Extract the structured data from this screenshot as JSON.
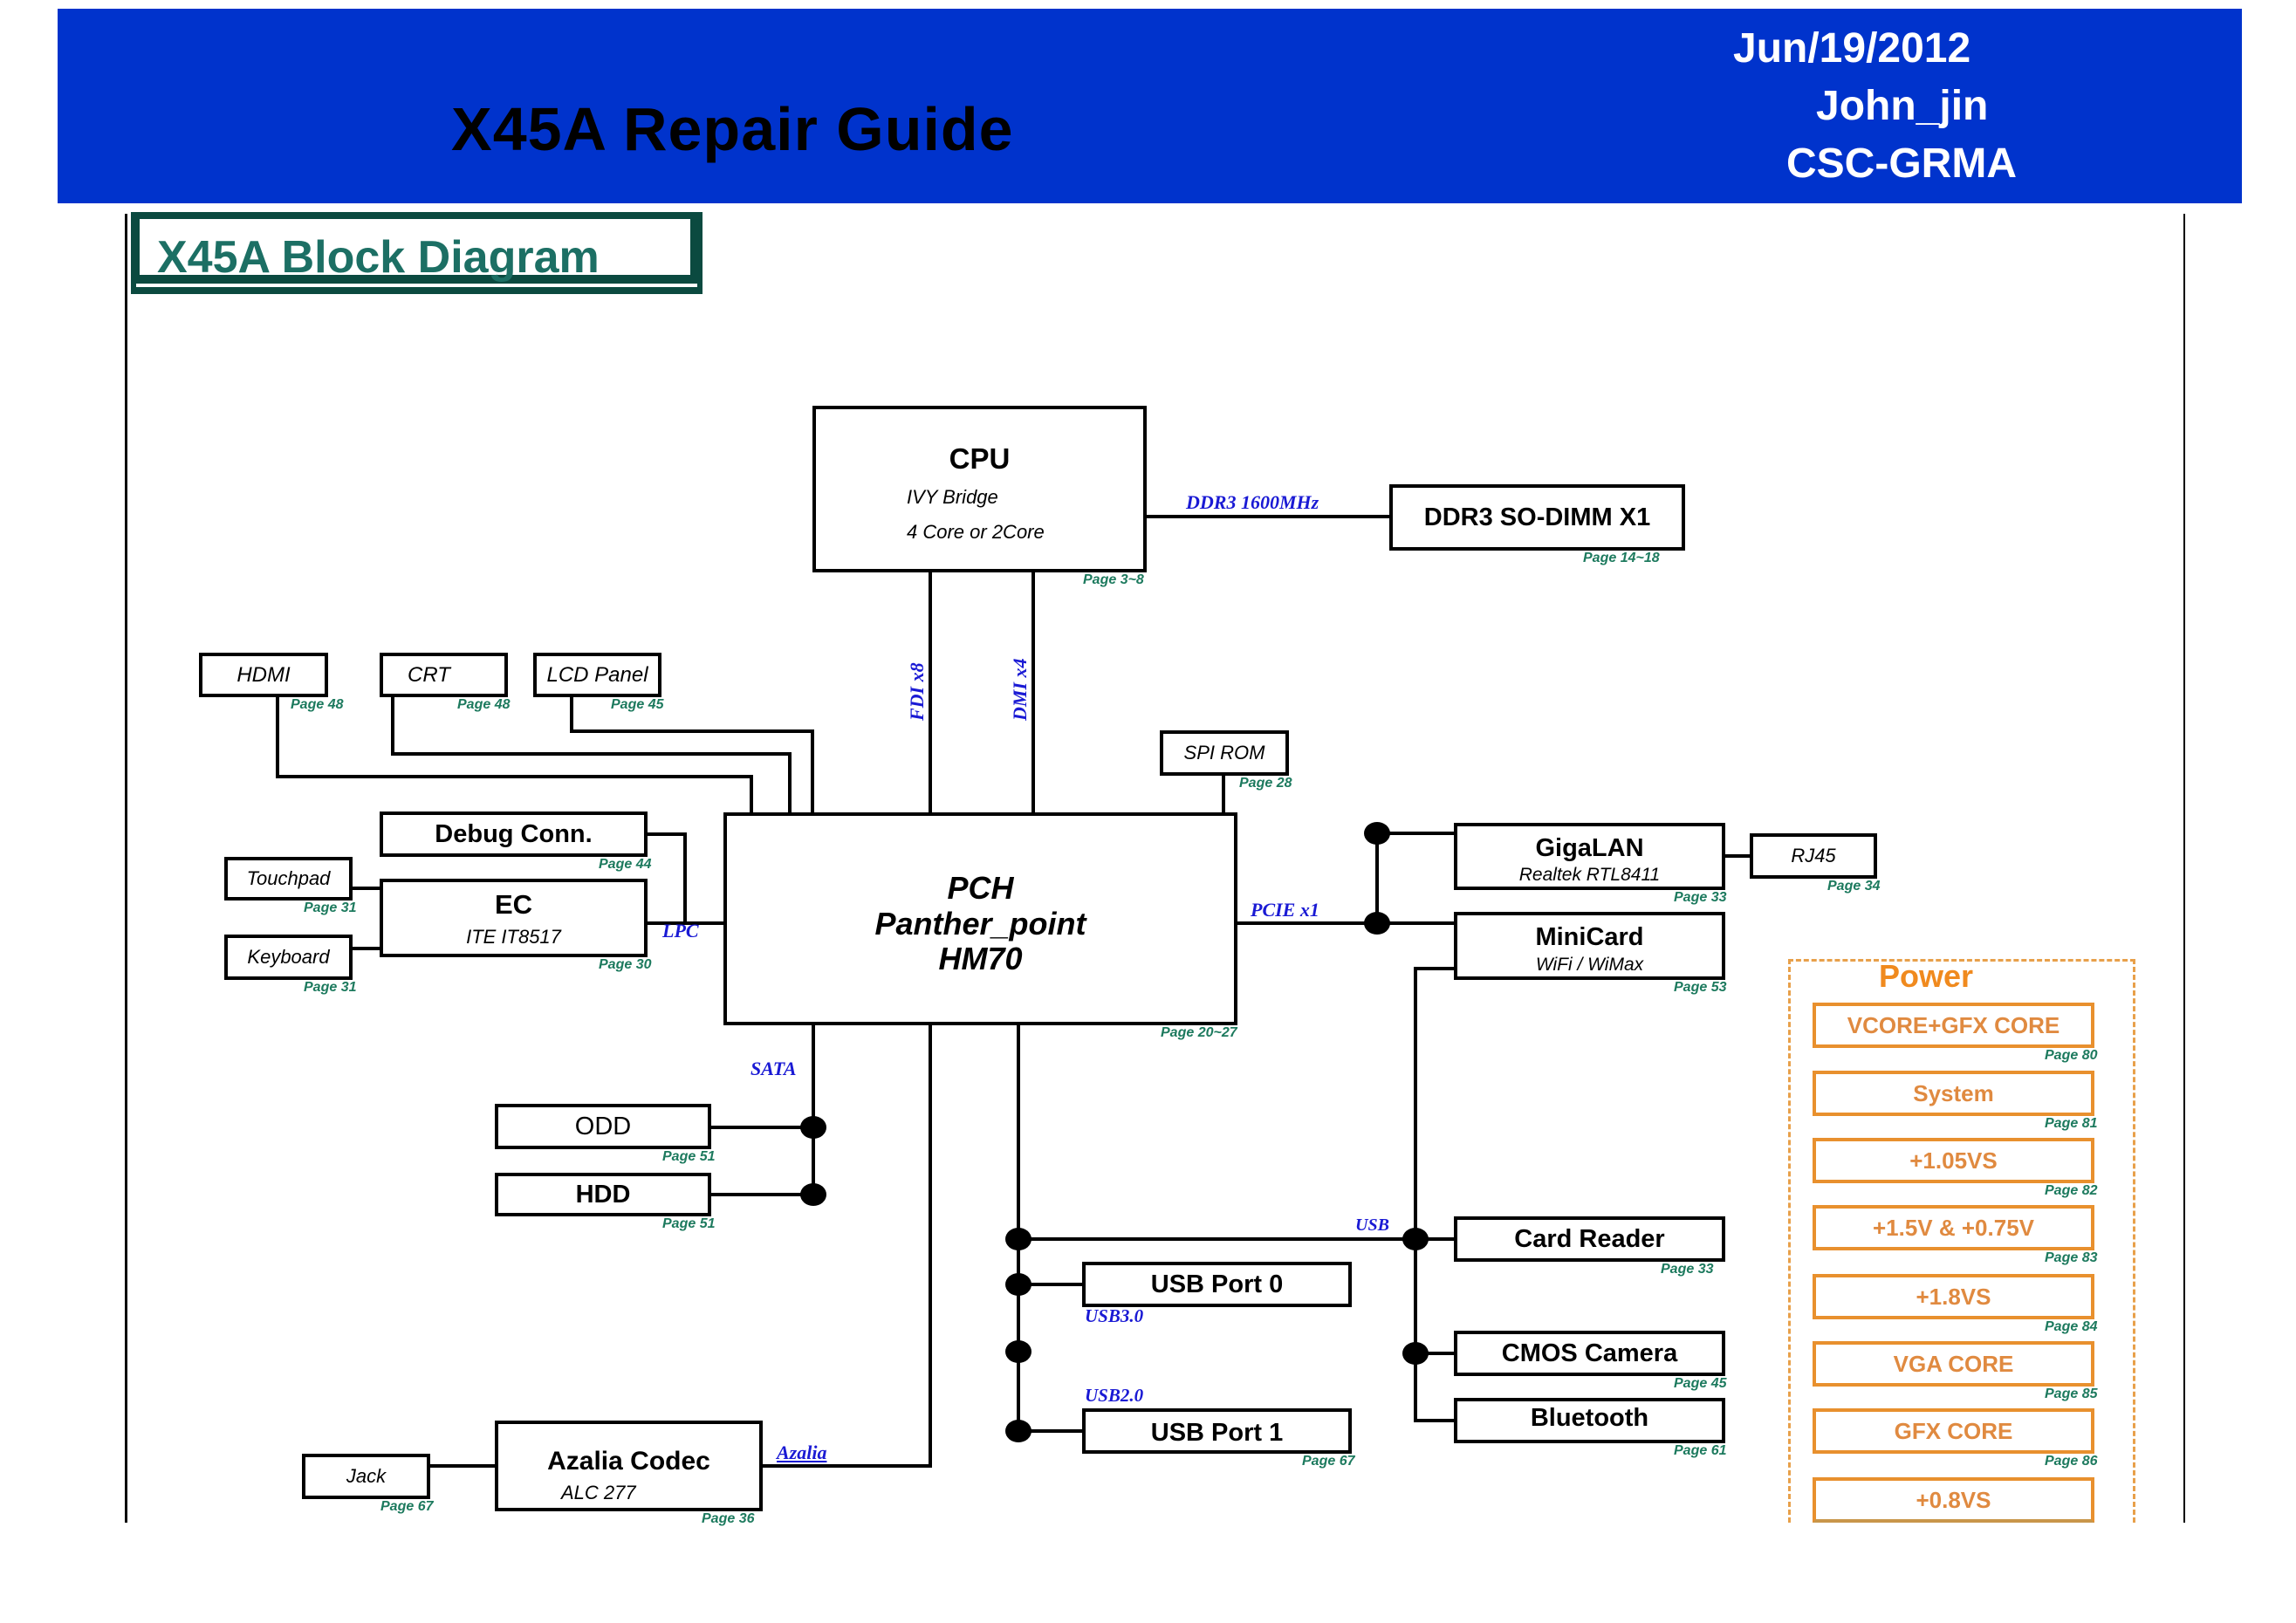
{
  "header": {
    "title": "X45A Repair Guide",
    "date": "Jun/19/2012",
    "author": "John_jin",
    "org": "CSC-GRMA",
    "background_color": "#0033CC"
  },
  "diagram": {
    "title": "X45A Block Diagram",
    "blocks": {
      "cpu": {
        "name": "CPU",
        "line1": "IVY Bridge",
        "line2": "4 Core or 2Core",
        "page": "Page 3~8"
      },
      "ddr": {
        "name": "DDR3 SO-DIMM X1",
        "page": "Page 14~18"
      },
      "hdmi": {
        "name": "HDMI",
        "page": "Page 48"
      },
      "crt": {
        "name": "CRT",
        "page": "Page 48"
      },
      "lcd": {
        "name": "LCD Panel",
        "page": "Page 45"
      },
      "spi": {
        "name": "SPI ROM",
        "page": "Page 28"
      },
      "pch": {
        "line1": "PCH",
        "line2": "Panther_point",
        "line3": "HM70",
        "page": "Page 20~27"
      },
      "debug": {
        "name": "Debug Conn.",
        "page": "Page 44"
      },
      "touchpad": {
        "name": "Touchpad",
        "page": "Page 31"
      },
      "ec": {
        "name": "EC",
        "sub": "ITE IT8517",
        "page": "Page 30"
      },
      "keyboard": {
        "name": "Keyboard",
        "page": "Page 31"
      },
      "gigalan": {
        "name": "GigaLAN",
        "sub": "Realtek RTL8411",
        "page": "Page 33"
      },
      "rj45": {
        "name": "RJ45",
        "page": "Page 34"
      },
      "minicard": {
        "name": "MiniCard",
        "sub": "WiFi / WiMax",
        "page": "Page 53"
      },
      "odd": {
        "name": "ODD",
        "page": "Page 51"
      },
      "hdd": {
        "name": "HDD",
        "page": "Page 51"
      },
      "cardreader": {
        "name": "Card Reader",
        "page": "Page 33"
      },
      "usb0": {
        "name": "USB Port 0"
      },
      "cmos": {
        "name": "CMOS Camera",
        "page": "Page 45"
      },
      "bluetooth": {
        "name": "Bluetooth",
        "page": "Page 61"
      },
      "usb1": {
        "name": "USB Port 1",
        "page": "Page 67"
      },
      "azalia": {
        "name": "Azalia Codec",
        "sub": "ALC 277",
        "page": "Page 36"
      },
      "jack": {
        "name": "Jack",
        "page": "Page 67"
      }
    },
    "buses": {
      "ddr": "DDR3  1600MHz",
      "fdi": "FDI  x8",
      "dmi": "DMI  x4",
      "lpc": "LPC",
      "pcie": "PCIE  x1",
      "sata": "SATA",
      "usb": "USB",
      "usb3": "USB3.0",
      "usb2": "USB2.0",
      "azalia": "Azalia"
    },
    "power": {
      "title": "Power",
      "items": [
        {
          "label": "VCORE+GFX CORE",
          "page": "Page 80"
        },
        {
          "label": "System",
          "page": "Page 81"
        },
        {
          "label": "+1.05VS",
          "page": "Page 82"
        },
        {
          "label": "+1.5V & +0.75V",
          "page": "Page 83"
        },
        {
          "label": "+1.8VS",
          "page": "Page 84"
        },
        {
          "label": "VGA CORE",
          "page": "Page 85"
        },
        {
          "label": "GFX CORE",
          "page": "Page 86"
        },
        {
          "label": "+0.8VS",
          "page": ""
        }
      ]
    }
  }
}
